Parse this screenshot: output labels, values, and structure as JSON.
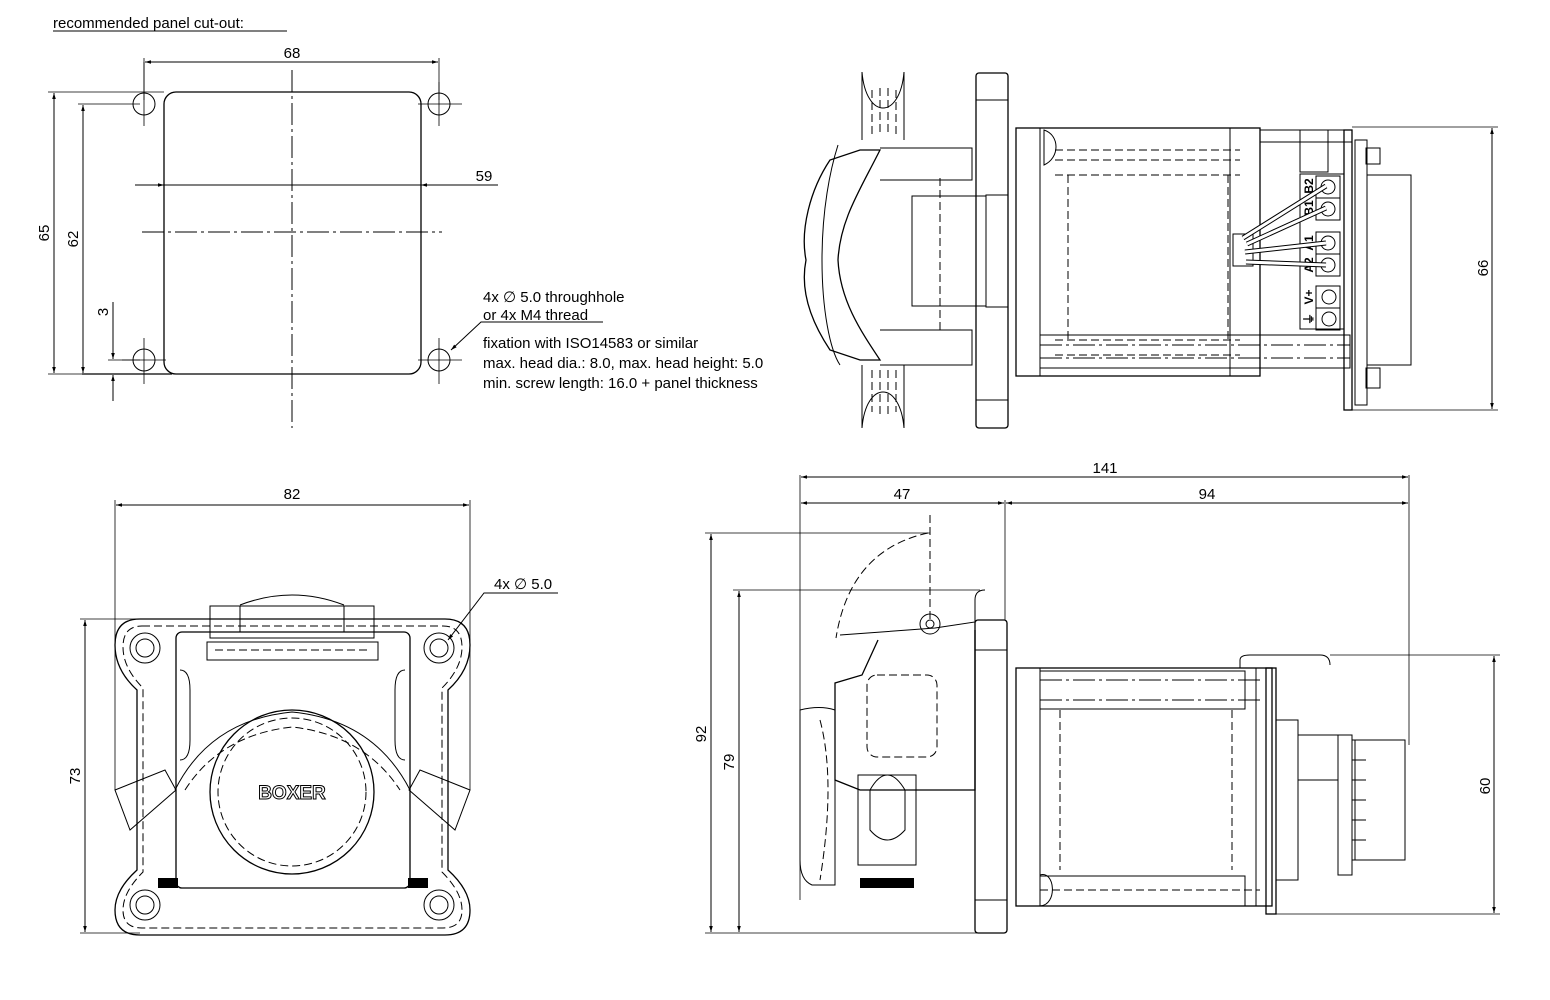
{
  "drawing": {
    "title": "recommended panel cut-out:",
    "cutout": {
      "dims": {
        "width_holes": "68",
        "width_cut": "59",
        "height_total": "65",
        "height_holes": "62",
        "edge_offset": "3"
      },
      "hole_note_lines": [
        "4x ∅ 5.0 throughhole",
        "or 4x M4 thread"
      ],
      "fixation_lines": [
        "fixation with ISO14583 or similar",
        "max. head dia.: 8.0, max. head height: 5.0",
        "min. screw length: 16.0 + panel thickness"
      ]
    },
    "top_view": {
      "dims": {
        "height": "66"
      },
      "terminal_labels": [
        "B2",
        "B1",
        "A1",
        "A2",
        "V+",
        "⏚"
      ]
    },
    "front_view": {
      "dims": {
        "width": "82",
        "height": "73"
      },
      "hole_note": "4x ∅ 5.0",
      "brand": "BOXER"
    },
    "side_view": {
      "dims": {
        "total_length": "141",
        "head_length": "47",
        "motor_length": "94",
        "height_open": "92",
        "height_closed": "79",
        "motor_height": "60"
      }
    }
  }
}
